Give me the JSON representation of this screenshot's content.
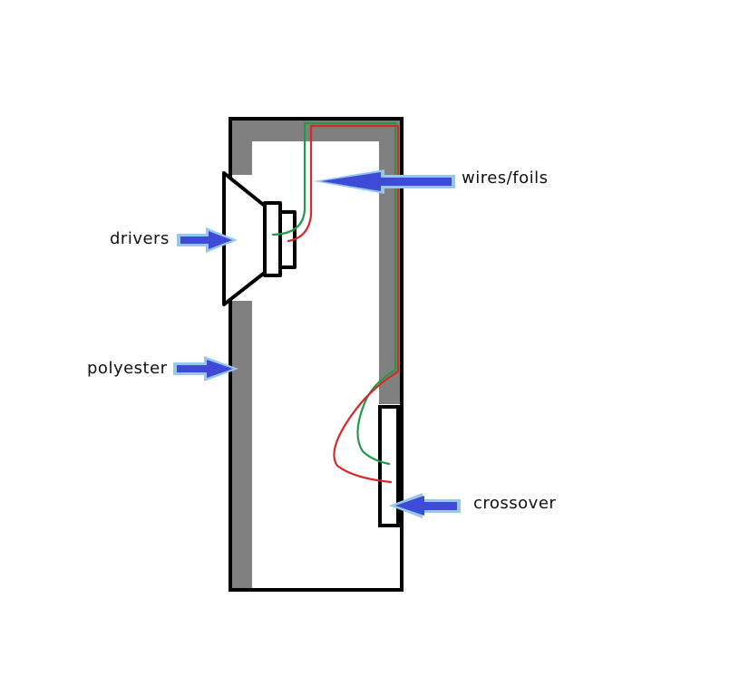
{
  "labels": {
    "wires": "wires/foils",
    "drivers": "drivers",
    "polyester": "polyester",
    "crossover": "crossover"
  },
  "colors": {
    "outline": "#000000",
    "polyester": "#808080",
    "wire_positive": "#d42a2a",
    "wire_negative": "#1f9a4a",
    "arrow_fill": "#3f4bd6",
    "arrow_glow": "#93c9ee",
    "background": "#ffffff"
  }
}
